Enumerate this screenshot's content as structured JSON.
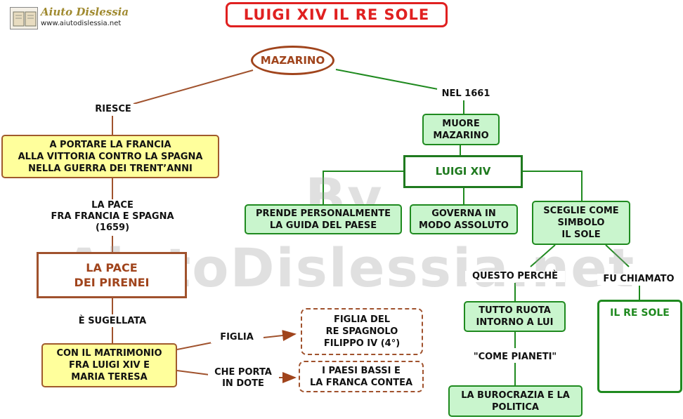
{
  "title": "LUIGI XIV IL RE SOLE",
  "logo": {
    "name": "Aiuto Dislessia",
    "url": "www.aiutodislessia.net"
  },
  "watermark": "By AiutoDislessia.net",
  "nodes": {
    "mazarino": "MAZARINO",
    "portare": "A PORTARE LA FRANCIA\nALLA VITTORIA CONTRO LA SPAGNA\nNELLA GUERRA DEI TRENT’ANNI",
    "pace_pirenei": "LA PACE\nDEI PIRENEI",
    "matrimonio": "CON IL MATRIMONIO\nFRA LUIGI XIV E\nMARIA TERESA",
    "figlia_re": "FIGLIA DEL\nRE SPAGNOLO\nFILIPPO IV (4°)",
    "paesi_bassi": "I PAESI BASSI E\nLA FRANCA CONTEA",
    "muore": "MUORE\nMAZARINO",
    "luigi": "LUIGI XIV",
    "prende": "PRENDE PERSONALMENTE\nLA GUIDA DEL PAESE",
    "governa": "GOVERNA IN\nMODO ASSOLUTO",
    "sceglie": "SCEGLIE COME\nSIMBOLO\nIL SOLE",
    "tutto_ruota": "TUTTO RUOTA\nINTORNO A LUI",
    "burocrazia": "LA BUROCRAZIA E LA\nPOLITICA",
    "re_sole": "IL RE SOLE"
  },
  "labels": {
    "riesce": "RIESCE",
    "nel1661": "NEL 1661",
    "la_pace": "LA PACE\nFRA FRANCIA E SPAGNA\n(1659)",
    "sugellata": "È SUGELLATA",
    "figlia": "FIGLIA",
    "che_porta": "CHE PORTA\nIN DOTE",
    "questo_perche": "QUESTO PERCHÈ",
    "fu_chiamato": "FU CHIAMATO",
    "come_pianeti": "\"COME PIANETI\""
  },
  "colors": {
    "brown": "#a0522d",
    "green": "#1f8a1f",
    "red": "#e02020",
    "yellow_fill": "#ffff9c",
    "green_fill": "#c9f5cd"
  }
}
